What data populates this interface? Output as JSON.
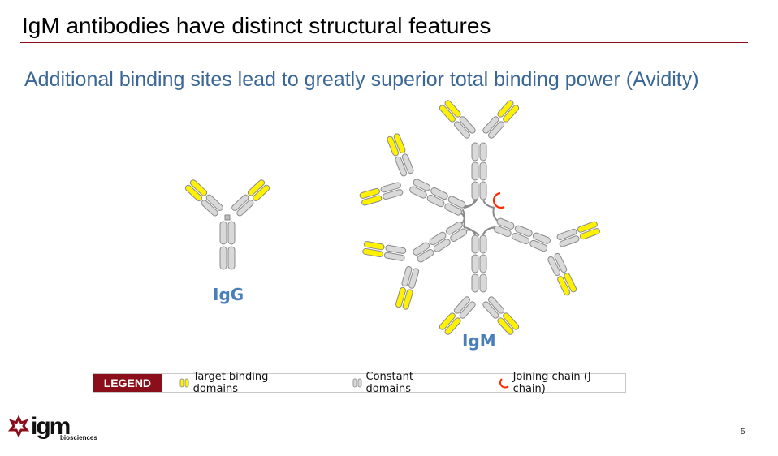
{
  "title": "IgM antibodies have distinct structural features",
  "subtitle": "Additional binding sites lead to greatly superior total binding power (Avidity)",
  "diagram": {
    "igg_label": "IgG",
    "igm_label": "IgM"
  },
  "legend": {
    "heading": "LEGEND",
    "items": [
      {
        "icon": "yellow-domain-icon",
        "label": "Target binding domains"
      },
      {
        "icon": "gray-domain-icon",
        "label": "Constant domains"
      },
      {
        "icon": "j-chain-icon",
        "label": "Joining chain (J chain)"
      }
    ]
  },
  "colors": {
    "accent": "#8B0F1A",
    "binding": "#FFF200",
    "constant": "#D9D9D9",
    "jchain": "#FF2A00",
    "label": "#4A7EBB"
  },
  "logo": {
    "word": "igm",
    "sub": "biosciences"
  },
  "page_number": "5"
}
